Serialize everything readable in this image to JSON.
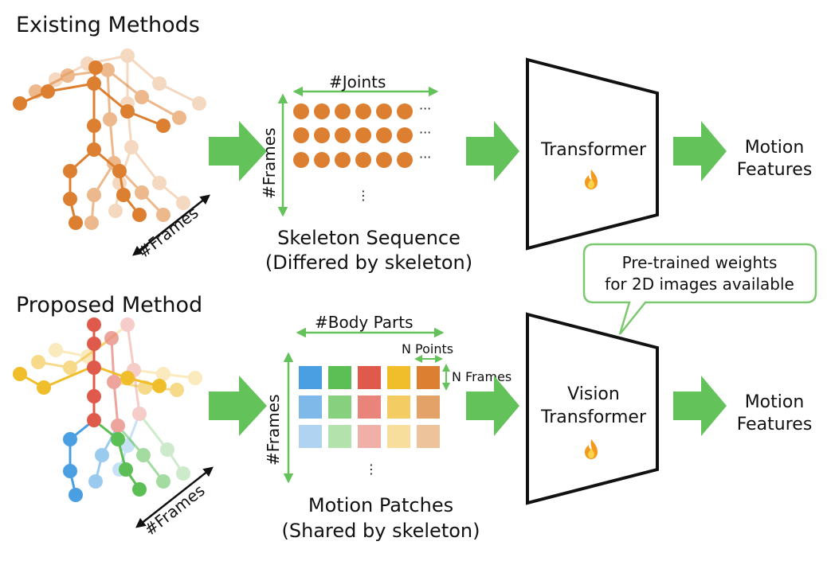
{
  "top": {
    "title": "Existing Methods",
    "frames_axis_label": "#Frames",
    "joints_label": "#Joints",
    "seq_frames_label": "#Frames",
    "ellipsis_h": "···",
    "ellipsis_v": "⋮",
    "caption_line1": "Skeleton Sequence",
    "caption_line2": "(Differed by skeleton)",
    "model_label": "Transformer",
    "output_line1": "Motion",
    "output_line2": "Features",
    "fire_icon": "fire-icon",
    "dot_color": "#dd7f30"
  },
  "callout": {
    "line1": "Pre-trained weights",
    "line2": "for 2D images available"
  },
  "bottom": {
    "title": "Proposed Method",
    "frames_axis_label": "#Frames",
    "body_parts_label": "#Body Parts",
    "n_points_label": "N Points",
    "n_frames_label": "N Frames",
    "seq_frames_label": "#Frames",
    "ellipsis_v": "⋮",
    "caption_line1": "Motion Patches",
    "caption_line2": "(Shared by skeleton)",
    "model_line1": "Vision",
    "model_line2": "Transformer",
    "output_line1": "Motion",
    "output_line2": "Features",
    "fire_icon": "fire-icon",
    "patch_colors": [
      [
        "#4a9fe3",
        "#5bbf55",
        "#e05a4c",
        "#f0bd2b",
        "#dd7f30"
      ],
      [
        "#7fb9ea",
        "#86d07e",
        "#e8847a",
        "#f3cd63",
        "#e3a267"
      ],
      [
        "#b1d3f2",
        "#b4e2ad",
        "#f0b0a8",
        "#f7de9c",
        "#ecc39b"
      ]
    ]
  },
  "colors": {
    "arrow_green": "#64c25a",
    "axis_green": "#64c25a",
    "callout_border": "#7cc870"
  }
}
